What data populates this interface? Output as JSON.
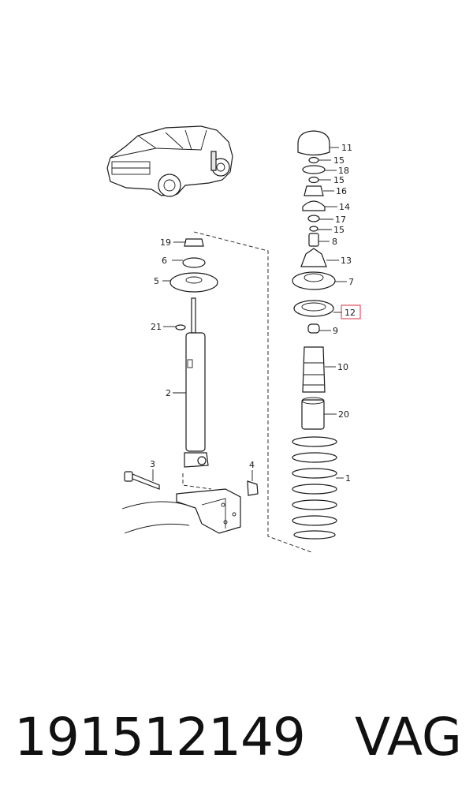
{
  "diagram": {
    "labels": [
      "11",
      "15",
      "18",
      "15",
      "16",
      "14",
      "17",
      "15",
      "8",
      "13",
      "7",
      "12",
      "9",
      "10",
      "20",
      "1",
      "19",
      "6",
      "5",
      "21",
      "2",
      "3",
      "4"
    ],
    "highlight_color": "#e05060"
  },
  "footer": {
    "part_number": "191512149",
    "brand": "VAG"
  }
}
